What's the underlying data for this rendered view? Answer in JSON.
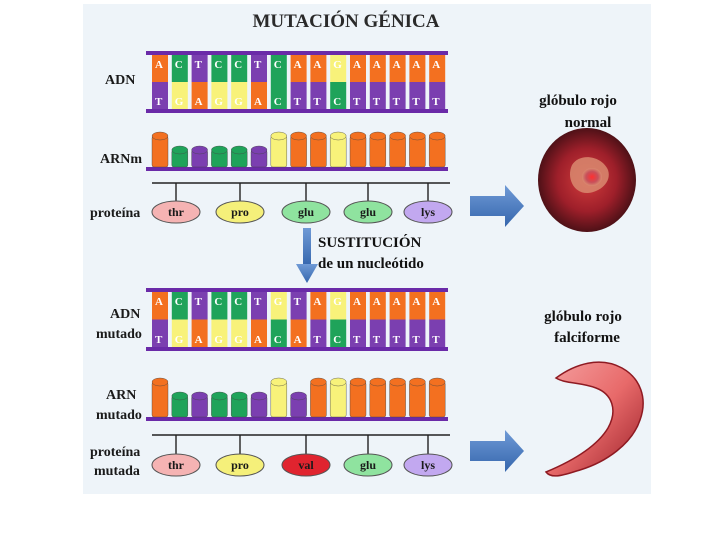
{
  "title": "MUTACIÓN GÉNICA",
  "colors": {
    "A": "#f37020",
    "T": "#7b3fb0",
    "C": "#1fa35a",
    "G": "#f8f27a",
    "backbone": "#6a2aa8",
    "arrow": "#4f7fc2",
    "cell_normal": "#a5232b",
    "cell_sickle": "#e45f5f"
  },
  "normal": {
    "dna_label": "ADN",
    "top": [
      "A",
      "C",
      "T",
      "C",
      "C",
      "T",
      "C",
      "A",
      "A",
      "G",
      "A",
      "A",
      "A",
      "A",
      "A"
    ],
    "bottom": [
      "T",
      "G",
      "A",
      "G",
      "G",
      "A",
      "C",
      "T",
      "T",
      "C",
      "T",
      "T",
      "T",
      "T",
      "T"
    ],
    "rna_label": "ARNm",
    "rna": [
      "A",
      "C",
      "T",
      "C",
      "C",
      "T",
      "G",
      "A",
      "A",
      "G",
      "A",
      "A",
      "A",
      "A",
      "A"
    ],
    "protein_label": "proteína",
    "proteins": [
      "thr",
      "pro",
      "glu",
      "glu",
      "lys"
    ],
    "cell_label": [
      "glóbulo rojo",
      "normal"
    ]
  },
  "mutation": {
    "line1": "SUSTITUCIÓN",
    "line2": "de un nucleótido"
  },
  "mutated": {
    "dna_label": [
      "ADN",
      "mutado"
    ],
    "top": [
      "A",
      "C",
      "T",
      "C",
      "C",
      "T",
      "G",
      "T",
      "A",
      "G",
      "A",
      "A",
      "A",
      "A",
      "A"
    ],
    "bottom": [
      "T",
      "G",
      "A",
      "G",
      "G",
      "A",
      "C",
      "A",
      "T",
      "C",
      "T",
      "T",
      "T",
      "T",
      "T"
    ],
    "rna_label": [
      "ARN",
      "mutado"
    ],
    "rna": [
      "A",
      "C",
      "T",
      "C",
      "C",
      "T",
      "G",
      "T",
      "A",
      "G",
      "A",
      "A",
      "A",
      "A",
      "A"
    ],
    "protein_label": [
      "proteína",
      "mutada"
    ],
    "proteins": [
      "thr",
      "pro",
      "val",
      "glu",
      "lys"
    ],
    "cell_label": [
      "glóbulo rojo",
      "falciforme"
    ]
  }
}
